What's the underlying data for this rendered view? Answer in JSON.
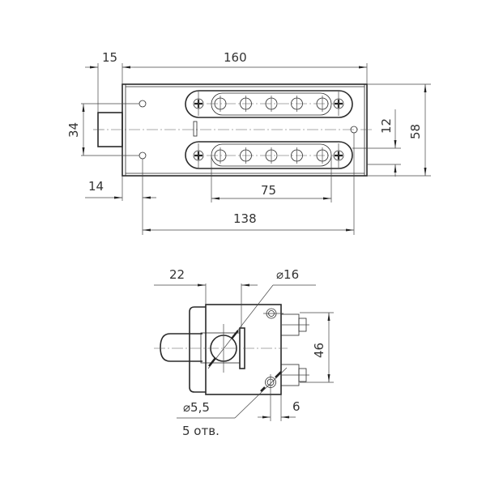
{
  "drawing": {
    "top_view": {
      "dimensions": {
        "bolt_extension": "15",
        "overall_length": "160",
        "bolt_width": "34",
        "bolt_offset": "14",
        "slot_spacing": "75",
        "hole_span": "138",
        "edge_offset": "12",
        "overall_height": "58"
      },
      "slot_holes_per_row": 5
    },
    "side_view": {
      "dimensions": {
        "bolt_depth": "22",
        "bolt_diameter": "⌀16",
        "mount_spacing": "46",
        "hole_diameter": "⌀5,5",
        "hole_count": "5 отв.",
        "pin_offset": "6"
      }
    }
  }
}
